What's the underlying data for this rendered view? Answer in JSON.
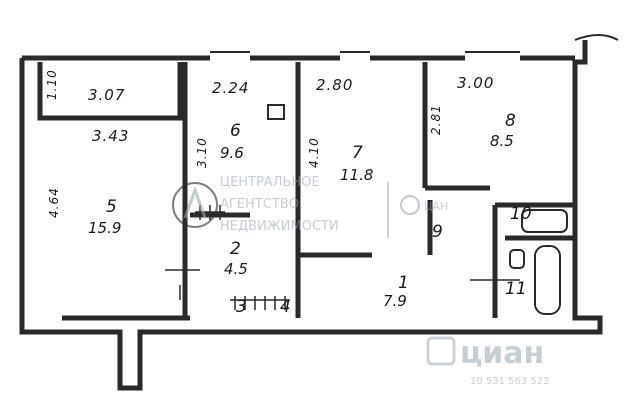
{
  "dimensions": {
    "loggia_width": "3.07",
    "loggia_depth": "1.10",
    "room5_width": "3.43",
    "room5_depth": "4.64",
    "room6_width": "2.24",
    "room6_depth": "3.10",
    "room7_width": "2.80",
    "room7_depth": "4.10",
    "room8_width": "3.00",
    "room8_depth": "2.81"
  },
  "rooms": [
    {
      "number": "5",
      "area": "15.9"
    },
    {
      "number": "6",
      "area": "9.6"
    },
    {
      "number": "7",
      "area": "11.8"
    },
    {
      "number": "8",
      "area": "8.5"
    },
    {
      "number": "2",
      "area": "4.5"
    },
    {
      "number": "1",
      "area": "7.9"
    },
    {
      "number": "9",
      "area": ""
    },
    {
      "number": "10",
      "area": ""
    },
    {
      "number": "11",
      "area": ""
    },
    {
      "number": "3",
      "area": ""
    },
    {
      "number": "4",
      "area": ""
    }
  ],
  "watermarks": {
    "center_line1": "ЦЕНТРАЛЬНОЕ",
    "center_line2": "АГЕНТСТВО",
    "center_line3": "НЕДВИЖИМОСТИ",
    "right_small": "ЦАН",
    "brand": "циан",
    "brand_number": "10 531 563 522"
  },
  "colors": {
    "wall": "#2a2a2a",
    "watermark": "#9aa6b4"
  }
}
